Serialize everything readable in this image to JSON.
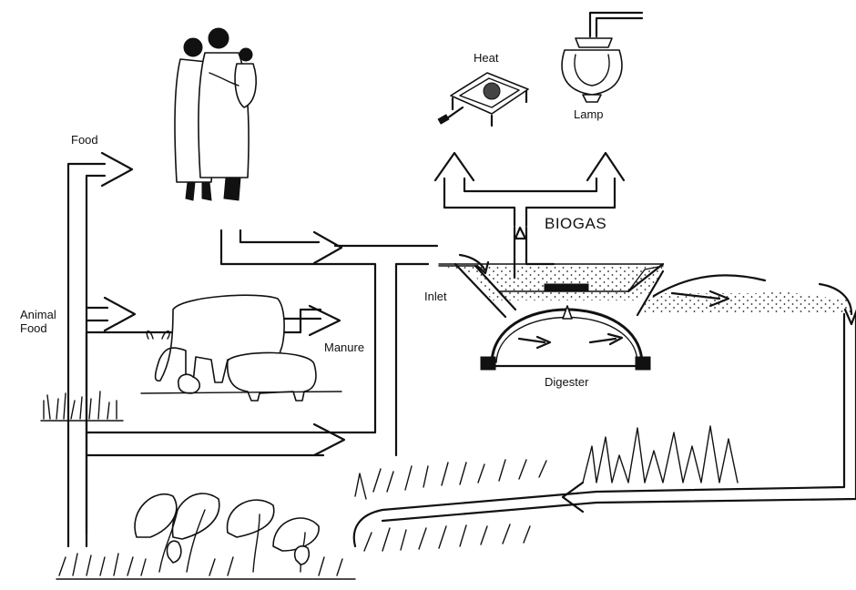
{
  "labels": {
    "food": "Food",
    "animal_food": "Animal Food",
    "heat": "Heat",
    "lamp": "Lamp",
    "biogas": "BIOGAS",
    "inlet": "Inlet",
    "manure": "Manure",
    "digester": "Digester"
  }
}
